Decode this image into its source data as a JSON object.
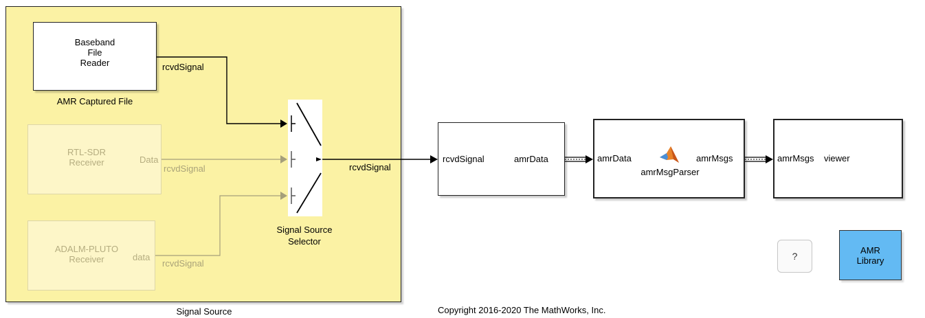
{
  "subsystem": {
    "name": "Signal Source"
  },
  "blocks": {
    "baseband": {
      "title": "Baseband\nFile\nReader",
      "caption": "AMR Captured File"
    },
    "rtl": {
      "title": "RTL-SDR\nReceiver",
      "port": "Data"
    },
    "pluto": {
      "title": "ADALM-PLUTO\nReceiver",
      "port": "data"
    },
    "selector": {
      "caption": "Signal Source\nSelector"
    },
    "amr_block": {
      "in_port": "rcvdSignal",
      "out_port": "amrData"
    },
    "parser": {
      "in_port": "amrData",
      "out_port": "amrMsgs",
      "name": "amrMsgParser"
    },
    "viewer": {
      "in_port": "amrMsgs",
      "name": "viewer"
    }
  },
  "signals": {
    "s1": "rcvdSignal",
    "s2": "rcvdSignal",
    "s3": "rcvdSignal",
    "s4": "rcvdSignal"
  },
  "buttons": {
    "help": "?",
    "library": "AMR\nLibrary"
  },
  "copyright": "Copyright 2016-2020 The MathWorks, Inc.",
  "colors": {
    "subsystem_bg": "#fbf2a4",
    "library_bg": "#63baf3",
    "dim_wire": "#a59f7b"
  }
}
